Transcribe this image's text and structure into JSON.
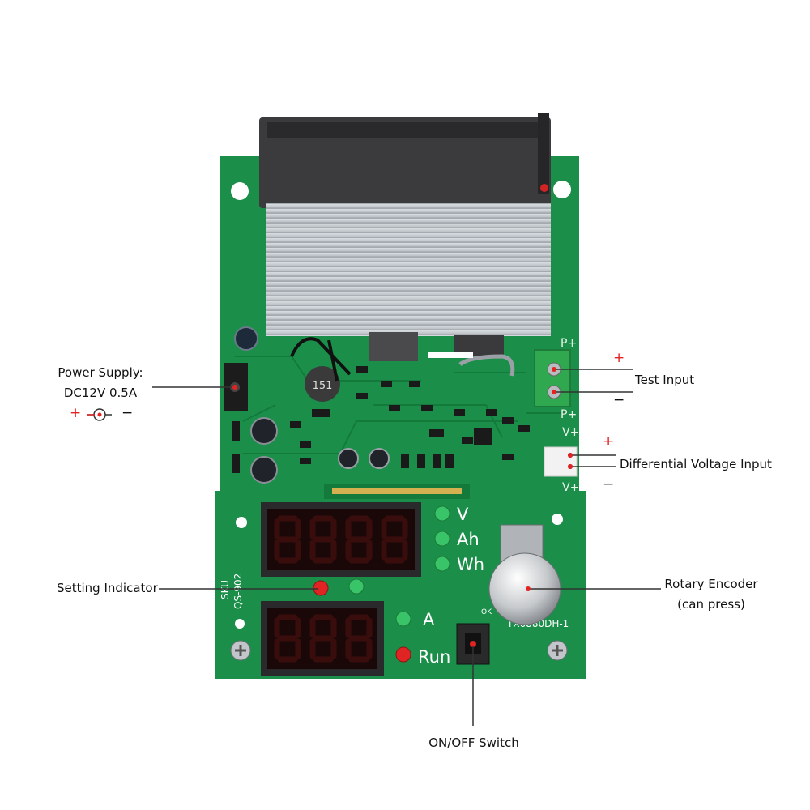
{
  "annotations": {
    "power_supply": {
      "line1": "Power Supply:",
      "line2": "DC12V 0.5A",
      "plus": "+",
      "minus": "−"
    },
    "test_input": {
      "label": "Test Input",
      "plus": "+",
      "minus": "−"
    },
    "differential_input": {
      "label": "Differential Voltage Input",
      "plus": "+",
      "minus": "−"
    },
    "setting_indicator": {
      "label": "Setting Indicator"
    },
    "rotary_encoder": {
      "line1": "Rotary Encoder",
      "line2": "(can press)"
    },
    "onoff_switch": {
      "label": "ON/OFF Switch"
    }
  },
  "board": {
    "display_indicators": {
      "v": "V",
      "ah": "Ah",
      "wh": "Wh",
      "a": "A",
      "run": "Run"
    },
    "silkscreen": {
      "sku": "SKU",
      "model": "QS-902",
      "part": "TX6880DH-1",
      "ok": "OK",
      "p_plus": "P+",
      "p_plus_2": "P+",
      "v_plus": "V+",
      "v_plus_2": "V+",
      "inductor": "151"
    }
  },
  "colors": {
    "pcb": "#1b8f4a",
    "pcb_dark": "#147a3c",
    "heatsink": "#c9cdd2",
    "fan": "#3b3b3d",
    "led_green": "#39c46a",
    "led_red": "#e02424",
    "seg_off": "#3a0d0d",
    "marker_red": "#e32222",
    "leader_line": "#333333"
  }
}
